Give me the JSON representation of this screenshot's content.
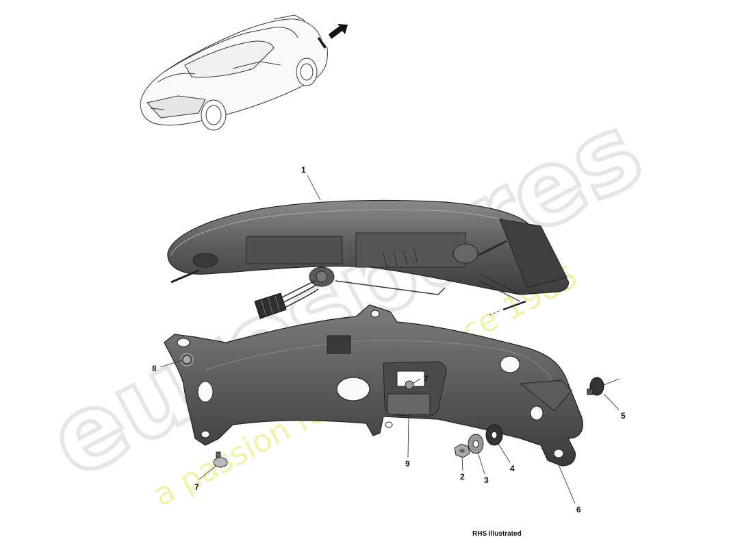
{
  "caption": "RHS Illustrated",
  "callouts": [
    {
      "id": "1",
      "label": "1"
    },
    {
      "id": "2",
      "label": "2"
    },
    {
      "id": "3",
      "label": "3"
    },
    {
      "id": "4",
      "label": "4"
    },
    {
      "id": "5",
      "label": "5"
    },
    {
      "id": "6",
      "label": "6"
    },
    {
      "id": "7a",
      "label": "7"
    },
    {
      "id": "7b",
      "label": "7"
    },
    {
      "id": "8",
      "label": "8"
    },
    {
      "id": "9",
      "label": "9"
    }
  ],
  "watermark": {
    "brand": "eurospares",
    "tagline": "a passion for parts since 1985"
  },
  "colors": {
    "part_dark": "#4a4a4a",
    "part_mid": "#6e6e6e",
    "line": "#222222",
    "watermark_grey": "#e6e6e6",
    "watermark_yellow": "#efef9a"
  }
}
